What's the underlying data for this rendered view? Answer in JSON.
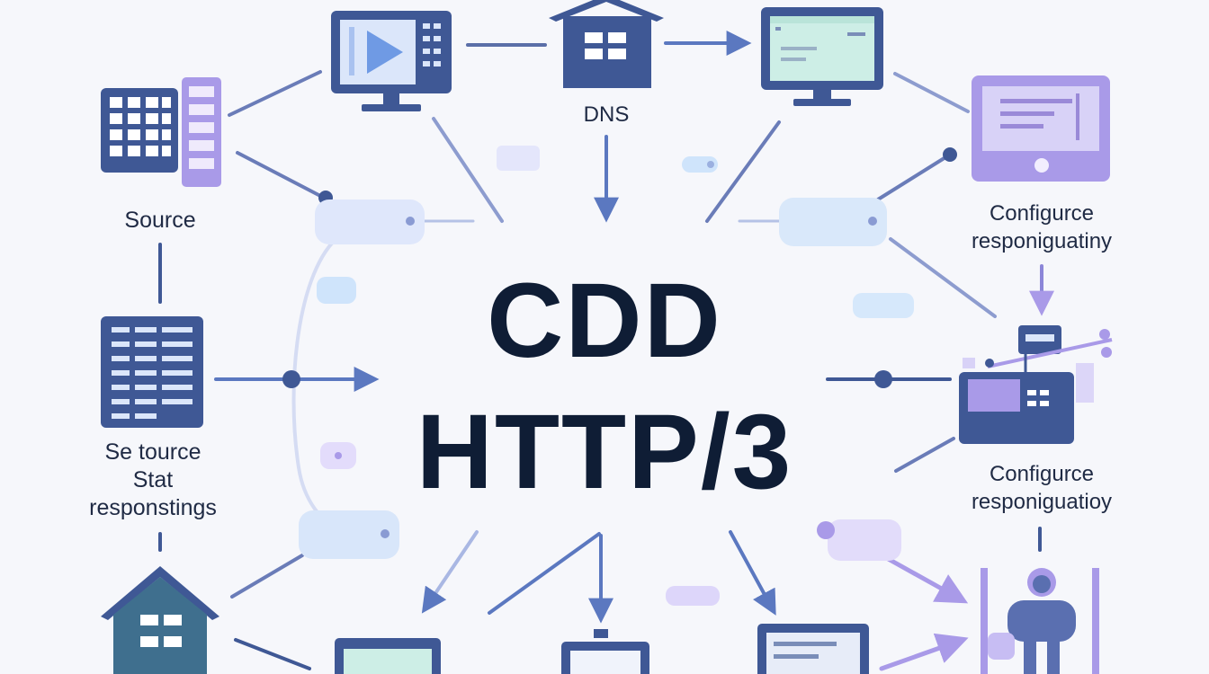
{
  "title": {
    "line1": "CDD",
    "line2": "HTTP/3"
  },
  "labels": {
    "dns": "DNS",
    "source": "Source",
    "source_stat": "Se tource\nStat\nresponstings",
    "configure_top": "Configu­rce\nresponiguatiny",
    "configure_bottom": "Configurce\nresponiguatioy"
  },
  "colors": {
    "navy": "#3f5895",
    "navy_dark": "#2f4478",
    "slate_line": "#5b6fa8",
    "purple": "#a99ae8",
    "lavender": "#d8d2f7",
    "mint": "#cdeee6",
    "pale_blue": "#dbe7fb",
    "text": "#0f1d35"
  },
  "icons": [
    "media-monitor-icon",
    "house-icon",
    "web-monitor-icon",
    "tablet-icon",
    "calculator-grid-icon",
    "table-panel-icon",
    "house-icon",
    "workstation-icon",
    "person-icon",
    "network-device-icon"
  ]
}
